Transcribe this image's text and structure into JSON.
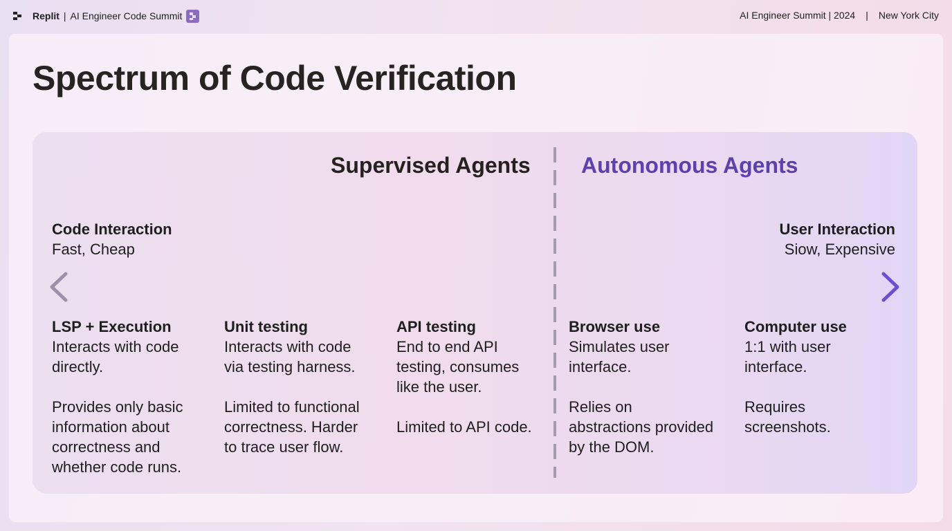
{
  "header": {
    "brand": "Replit",
    "separator": "|",
    "event": "AI Engineer Code Summit",
    "right_event": "AI Engineer Summit | 2024",
    "right_sep": "|",
    "location": "New York City"
  },
  "slide": {
    "title": "Spectrum of Code Verification",
    "supervised_label": "Supervised Agents",
    "autonomous_label": "Autonomous Agents",
    "left_end": {
      "title": "Code Interaction",
      "subtitle": "Fast, Cheap"
    },
    "right_end": {
      "title": "User Interaction",
      "subtitle": "Siow, Expensive"
    },
    "columns": [
      {
        "heading": "LSP + Execution",
        "lines1": [
          "Interacts with code",
          "directly."
        ],
        "lines2": [
          "Provides only basic",
          "information about",
          "correctness and",
          "whether code runs."
        ]
      },
      {
        "heading": "Unit testing",
        "lines1": [
          "Interacts with code",
          "via testing harness."
        ],
        "lines2": [
          "Limited to functional",
          "correctness. Harder",
          "to trace user flow."
        ]
      },
      {
        "heading": "API testing",
        "lines1": [
          "End to end API",
          "testing, consumes",
          "like the user."
        ],
        "lines2": [
          "Limited to API code."
        ]
      },
      {
        "heading": "Browser use",
        "lines1": [
          "Simulates user",
          "interface."
        ],
        "lines2": [
          "Relies on",
          "abstractions provided",
          "by the DOM."
        ]
      },
      {
        "heading": "Computer use",
        "lines1": [
          "1:1 with user",
          "interface."
        ],
        "lines2": [
          "Requires",
          "screenshots."
        ]
      }
    ]
  },
  "colors": {
    "accent": "#5b41ab",
    "arrow_left": "#a08fa9",
    "arrow_right": "#6a4fd0",
    "divider": "#a59ab0"
  }
}
